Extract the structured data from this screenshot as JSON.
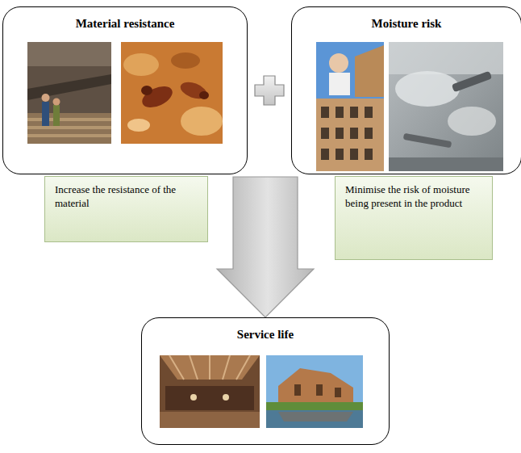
{
  "diagram": {
    "nodes": [
      {
        "text": [
          "Material resistance"
        ]
      },
      {
        "text": [
          "Moisture risk"
        ]
      },
      {
        "text": [
          "Increase the resistance of the material"
        ]
      },
      {
        "text": [
          "Minimise the risk of moisture being present in the product"
        ]
      },
      {
        "text": [
          "Service life"
        ]
      }
    ],
    "edges": [
      {
        "from": 0,
        "to": 4,
        "arrow": "to"
      },
      {
        "from": 1,
        "to": 4,
        "arrow": "to"
      }
    ]
  }
}
